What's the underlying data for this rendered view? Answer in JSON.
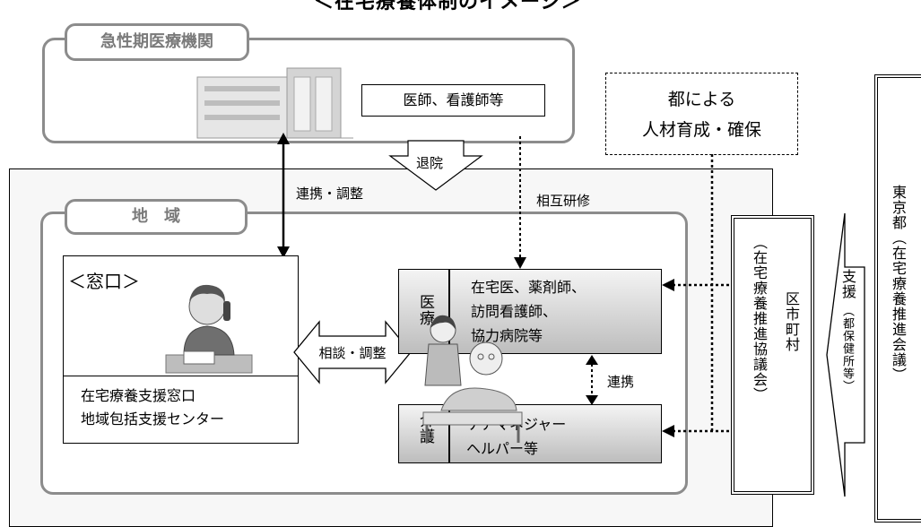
{
  "title": "＜在宅療養体制のイメージ＞",
  "hospital": {
    "tab": "急性期医療機関",
    "staff": "医師、看護師等"
  },
  "metro_training": {
    "line1": "都による",
    "line2": "人材育成・確保"
  },
  "discharge": "退院",
  "cooperation_adjust": "連携・調整",
  "mutual_training": "相互研修",
  "region": {
    "tab": "地　域",
    "window_title": "＜窓口＞",
    "window_line1": "在宅療養支援窓口",
    "window_line2": "地域包括支援センター",
    "consult": "相談・調整",
    "medical_label": "医療",
    "medical_line1": "在宅医、薬剤師、",
    "medical_line2": "訪問看護師、",
    "medical_line3": "協力病院等",
    "care_label": "介護",
    "care_line1": "ケアマネジャー",
    "care_line2": "ヘルパー等",
    "link": "連携"
  },
  "municipality": {
    "name": "区市町村",
    "council": "（在宅療養推進協議会）"
  },
  "support": {
    "label": "支援",
    "sub": "（都保健所等）"
  },
  "tokyo": {
    "name": "東京都（在宅療養推進会議）"
  },
  "colors": {
    "rounded_border": "#8c8c8c",
    "tab_text": "#7a7a7a",
    "outer_area_fill": "#f7f7f7"
  }
}
